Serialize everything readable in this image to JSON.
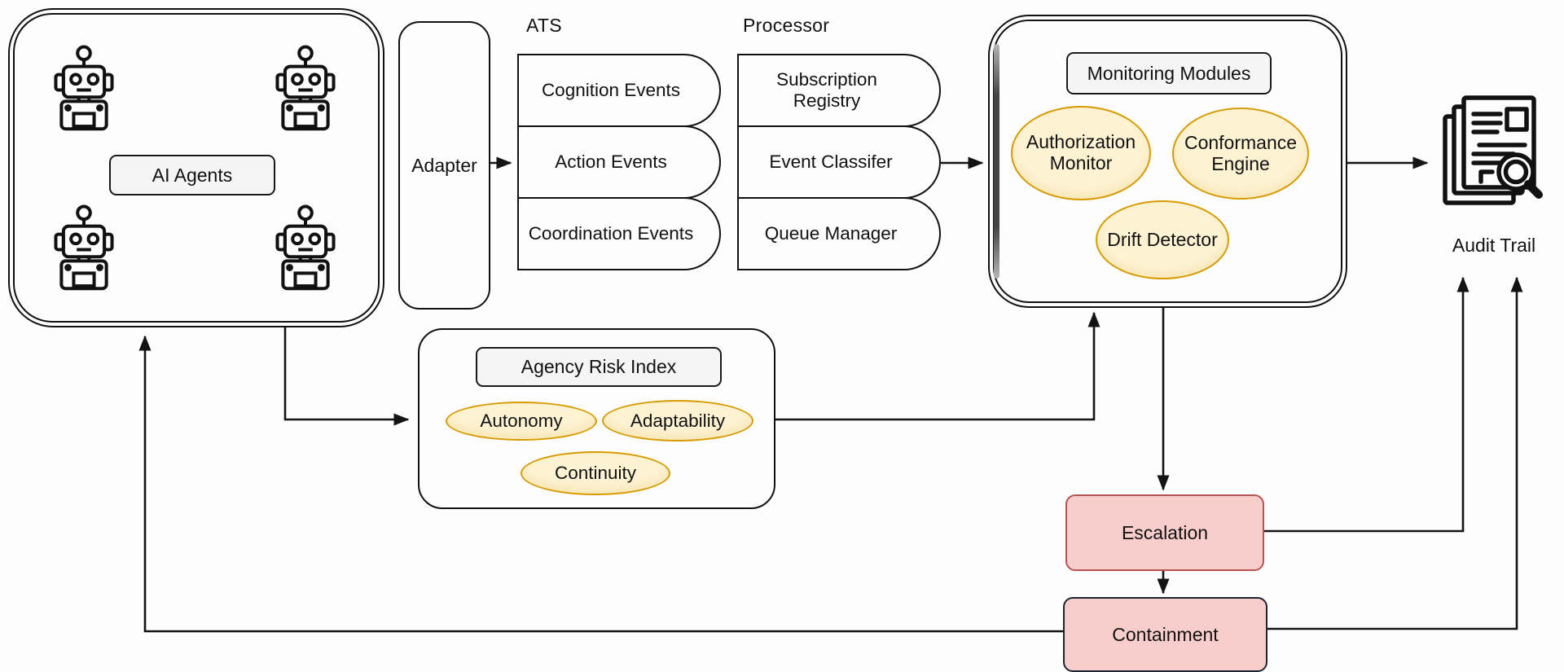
{
  "ai_agents": {
    "label": "AI Agents"
  },
  "adapter": {
    "label": "Adapter"
  },
  "ats": {
    "title": "ATS",
    "items": [
      "Cognition Events",
      "Action Events",
      "Coordination Events"
    ]
  },
  "processor": {
    "title": "Processor",
    "items": [
      "Subscription Registry",
      "Event Classifer",
      "Queue Manager"
    ]
  },
  "monitoring": {
    "label": "Monitoring Modules",
    "modules": [
      "Authorization Monitor",
      "Conformance Engine",
      "Drift Detector"
    ]
  },
  "risk_index": {
    "label": "Agency Risk Index",
    "factors": [
      "Autonomy",
      "Adaptability",
      "Continuity"
    ]
  },
  "escalation": {
    "label": "Escalation"
  },
  "containment": {
    "label": "Containment"
  },
  "audit": {
    "label": "Audit Trail"
  },
  "icons": {
    "robot": "robot-icon",
    "audit": "document-search-icon"
  },
  "colors": {
    "line": "#141414",
    "ellipse_fill": "#fdf2d2",
    "ellipse_border": "#d79b00",
    "action_fill": "#f8cecc",
    "escalation_border": "#b85450",
    "containment_border": "#1b2430",
    "chip_fill": "#f5f5f5"
  }
}
